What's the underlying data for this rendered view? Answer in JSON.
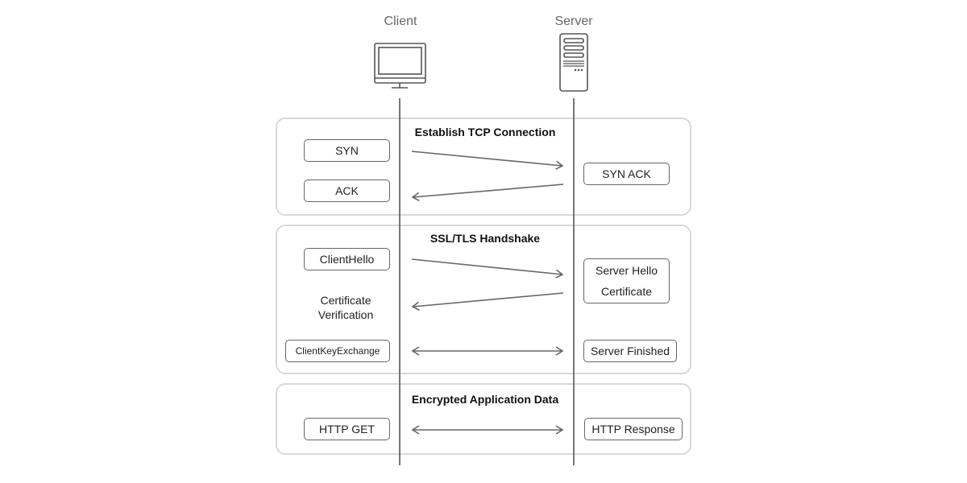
{
  "actors": {
    "client": {
      "label": "Client",
      "icon": "monitor-icon"
    },
    "server": {
      "label": "Server",
      "icon": "server-tower-icon"
    }
  },
  "phases": [
    {
      "title": "Establish TCP Connection",
      "messages": {
        "syn": "SYN",
        "syn_ack": "SYN ACK",
        "ack": "ACK"
      }
    },
    {
      "title": "SSL/TLS Handshake",
      "messages": {
        "client_hello": "ClientHello",
        "server_hello": "Server Hello",
        "certificate": "Certificate",
        "certificate_verification_line1": "Certificate",
        "certificate_verification_line2": "Verification",
        "client_key_exchange": "ClientKeyExchange",
        "server_finished": "Server Finished"
      }
    },
    {
      "title": "Encrypted Application Data",
      "messages": {
        "http_get": "HTTP GET",
        "http_response": "HTTP Response"
      }
    }
  ],
  "colors": {
    "lifeline": "#555555",
    "arrow": "#666666",
    "phase_border": "#d9d9d9"
  }
}
